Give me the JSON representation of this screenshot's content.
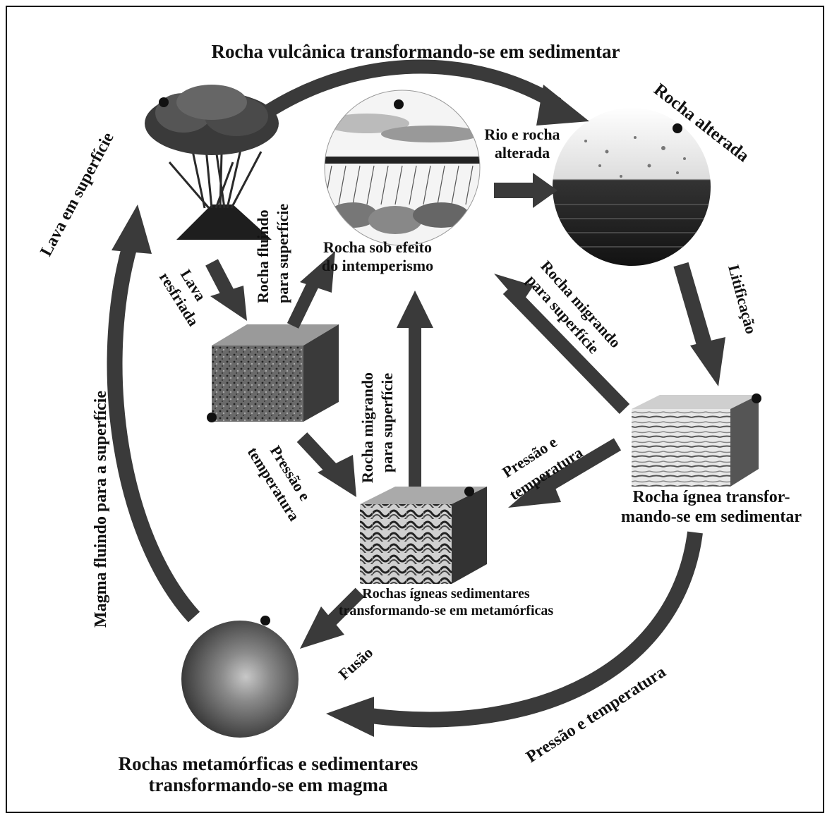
{
  "title": "Rocha vulcânica transformando-se em sedimentar",
  "nodes": {
    "volcano": {
      "badge": ""
    },
    "weathering": {
      "label_line1": "Rocha sob efeito",
      "label_line2": "do intemperismo"
    },
    "altered": {
      "label": "Rocha alterada"
    },
    "river": {
      "label_line1": "Rio e rocha",
      "label_line2": "alterada"
    },
    "igneous_block": {},
    "layered_block": {
      "label_line1": "Rocha ígnea transfor-",
      "label_line2": "mando-se em sedimentar"
    },
    "metamorphic_block": {
      "label_line1": "Rochas ígneas sedimentares",
      "label_line2": "transformando-se em metamórficas"
    },
    "magma_sphere": {
      "label_line1": "Rochas metamórficas e sedimentares",
      "label_line2": "transformando-se em magma"
    }
  },
  "edges": {
    "lava_surface": "Lava em superfície",
    "flowing_line1": "Rocha fluindo",
    "flowing_line2": "para superfície",
    "lava_cooled_line1": "Lava",
    "lava_cooled_line2": "resfriada",
    "lithification": "Litificação",
    "migrating_right_line1": "Rocha migrando",
    "migrating_right_line2": "para superfície",
    "migrating_center_line1": "Rocha migrando",
    "migrating_center_line2": "para superfície",
    "pressure_left_line1": "Pressão e",
    "pressure_left_line2": "temperatura",
    "pressure_right_line1": "Pressão e",
    "pressure_right_line2": "temperatura",
    "pressure_bottom": "Pressão e temperatura",
    "fusion": "Fusão",
    "magma_rising": "Magma fluindo para a superfície"
  },
  "colors": {
    "arrow": "#3a3a3a",
    "text": "#111111"
  }
}
